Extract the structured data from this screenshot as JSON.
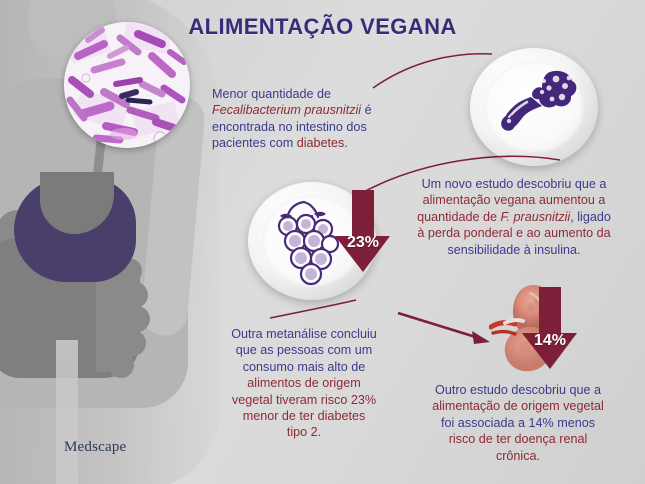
{
  "title": "ALIMENTAÇÃO VEGANA",
  "brand": {
    "logo_text": "Medscape",
    "accent_purple": "#3b2a7a",
    "accent_red": "#8d2a35",
    "accent_blue": "#3b3b8c",
    "arrow_color": "#7d1f38"
  },
  "images": {
    "bacteria_label": "bacteria-micrograph",
    "broccoli_label": "broccoli-on-plate",
    "grapes_label": "grapes-on-plate",
    "kidney_label": "kidney-anatomy",
    "body_label": "human-digestive-silhouette"
  },
  "text_blocks": {
    "block1": {
      "name": "fecalibacterium-diabetes-statement",
      "lines": [
        [
          {
            "t": "Menor quantidade de",
            "s": "blue"
          }
        ],
        [
          {
            "t": "Fecalibacterium prausnitzii",
            "s": "ital"
          },
          {
            "t": " é",
            "s": "blue"
          }
        ],
        [
          {
            "t": "encontrada no intestino dos",
            "s": "blue"
          }
        ],
        [
          {
            "t": "pacientes com ",
            "s": "blue"
          },
          {
            "t": "diabetes",
            "s": "red"
          },
          {
            "t": ".",
            "s": "blue"
          }
        ]
      ]
    },
    "block2": {
      "name": "vegan-diet-study-statement",
      "lines": [
        [
          {
            "t": "Um novo estudo descobriu que a",
            "s": "blue"
          }
        ],
        [
          {
            "t": "alimentação vegana aumentou a",
            "s": "red"
          }
        ],
        [
          {
            "t": "quantidade de ",
            "s": "red"
          },
          {
            "t": "F. prausnitzii",
            "s": "ital"
          },
          {
            "t": ", ligado",
            "s": "blue"
          }
        ],
        [
          {
            "t": "à perda ponderal e ao aumento da",
            "s": "red"
          }
        ],
        [
          {
            "t": "sensibilidade à insulina.",
            "s": "blue"
          }
        ]
      ]
    },
    "block3": {
      "name": "metaanalysis-diabetes-risk-statement",
      "lines": [
        [
          {
            "t": "Outra metanálise concluiu",
            "s": "blue"
          }
        ],
        [
          {
            "t": "que as pessoas com um",
            "s": "blue"
          }
        ],
        [
          {
            "t": "consumo mais alto de",
            "s": "blue"
          }
        ],
        [
          {
            "t": "alimentos de origem",
            "s": "red"
          }
        ],
        [
          {
            "t": "vegetal tiveram risco 23%",
            "s": "red"
          }
        ],
        [
          {
            "t": "menor de ter diabetes",
            "s": "red"
          }
        ],
        [
          {
            "t": "tipo 2.",
            "s": "red"
          }
        ]
      ]
    },
    "block4": {
      "name": "kidney-disease-risk-statement",
      "lines": [
        [
          {
            "t": "Outro estudo descobriu que a",
            "s": "blue"
          }
        ],
        [
          {
            "t": "alimentação de origem vegetal",
            "s": "red"
          }
        ],
        [
          {
            "t": "foi associada a 14% menos",
            "s": "blue"
          }
        ],
        [
          {
            "t": "risco de ter doença renal",
            "s": "red"
          }
        ],
        [
          {
            "t": "crônica.",
            "s": "red"
          }
        ]
      ]
    }
  },
  "stats": {
    "diabetes_risk_reduction": "23%",
    "kidney_disease_risk_reduction": "14%"
  }
}
